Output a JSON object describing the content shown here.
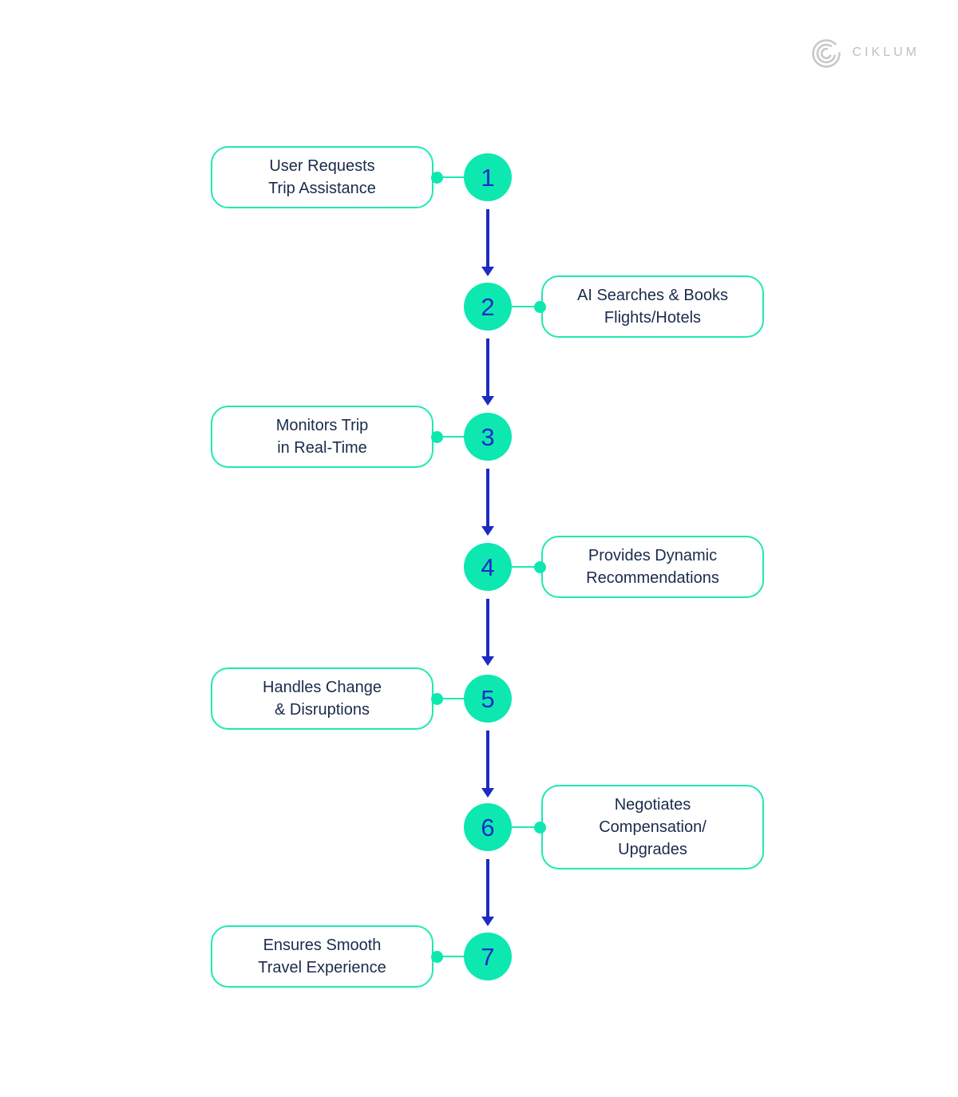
{
  "brand": {
    "name": "CIKLUM",
    "logo_icon": "ciklum-arcs-logo",
    "logo_color": "#c6c8ca"
  },
  "colors": {
    "accent_green": "#0de8b0",
    "box_border_green": "#20e8b2",
    "number_blue": "#1d2cc7",
    "arrow_blue": "#1c2bc4",
    "label_navy": "#1b2b4b",
    "background": "#ffffff"
  },
  "flow": {
    "direction": "top-to-bottom",
    "steps": [
      {
        "number": "1",
        "side": "left",
        "label": "User Requests\nTrip Assistance"
      },
      {
        "number": "2",
        "side": "right",
        "label": "AI Searches & Books\nFlights/Hotels"
      },
      {
        "number": "3",
        "side": "left",
        "label": "Monitors Trip\nin Real-Time"
      },
      {
        "number": "4",
        "side": "right",
        "label": "Provides Dynamic\nRecommendations"
      },
      {
        "number": "5",
        "side": "left",
        "label": "Handles Change\n& Disruptions"
      },
      {
        "number": "6",
        "side": "right",
        "label": "Negotiates\nCompensation/\nUpgrades"
      },
      {
        "number": "7",
        "side": "left",
        "label": "Ensures Smooth\nTravel Experience"
      }
    ]
  }
}
